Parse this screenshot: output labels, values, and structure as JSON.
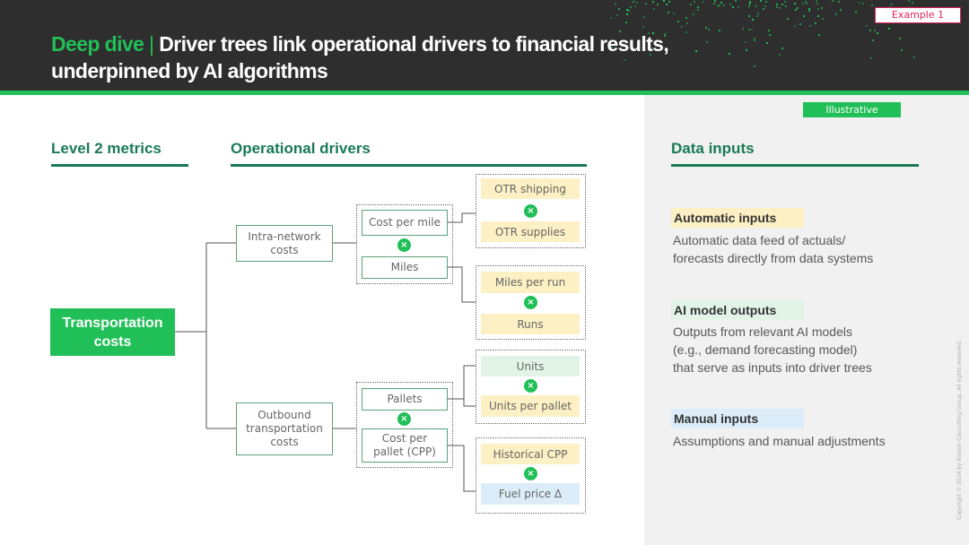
{
  "header": {
    "title_highlight": "Deep dive",
    "title_sep": " | ",
    "title_line1": "Driver trees link operational drivers to financial results,",
    "title_line2": "underpinned by AI algorithms",
    "badge": "Example 1",
    "tag": "Illustrative"
  },
  "sections": {
    "level2": "Level 2 metrics",
    "operational": "Operational drivers",
    "data_inputs": "Data inputs"
  },
  "tree": {
    "root": "Transportation costs",
    "intra": "Intra-network costs",
    "outbound": "Outbound transportation costs",
    "cost_per_mile": "Cost per mile",
    "miles": "Miles",
    "pallets": "Pallets",
    "cpp": "Cost per pallet (CPP)",
    "otr_shipping": "OTR shipping",
    "otr_supplies": "OTR supplies",
    "miles_per_run": "Miles per run",
    "runs": "Runs",
    "units": "Units",
    "units_per_pallet": "Units per pallet",
    "historical_cpp": "Historical CPP",
    "fuel_price": "Fuel price Δ",
    "operator": "×"
  },
  "inputs": [
    {
      "label": "Automatic inputs",
      "desc1": "Automatic data feed of actuals/",
      "desc2": "forecasts directly from data systems",
      "desc3": "",
      "color": "#fdf0c4"
    },
    {
      "label": "AI model outputs",
      "desc1": "Outputs from relevant AI models",
      "desc2": "(e.g., demand forecasting model)",
      "desc3": "that serve as inputs into driver trees",
      "color": "#e2f4e8"
    },
    {
      "label": "Manual inputs",
      "desc1": "Assumptions and manual adjustments",
      "desc2": "",
      "desc3": "",
      "color": "#dcedf9"
    }
  ],
  "copyright": "Copyright © 2024 by Boston Consulting Group. All rights reserved.",
  "colors": {
    "accent": "#21bf57",
    "dark_green": "#197a56",
    "header_bg": "#2e2e2e",
    "badge": "#e0245e"
  }
}
